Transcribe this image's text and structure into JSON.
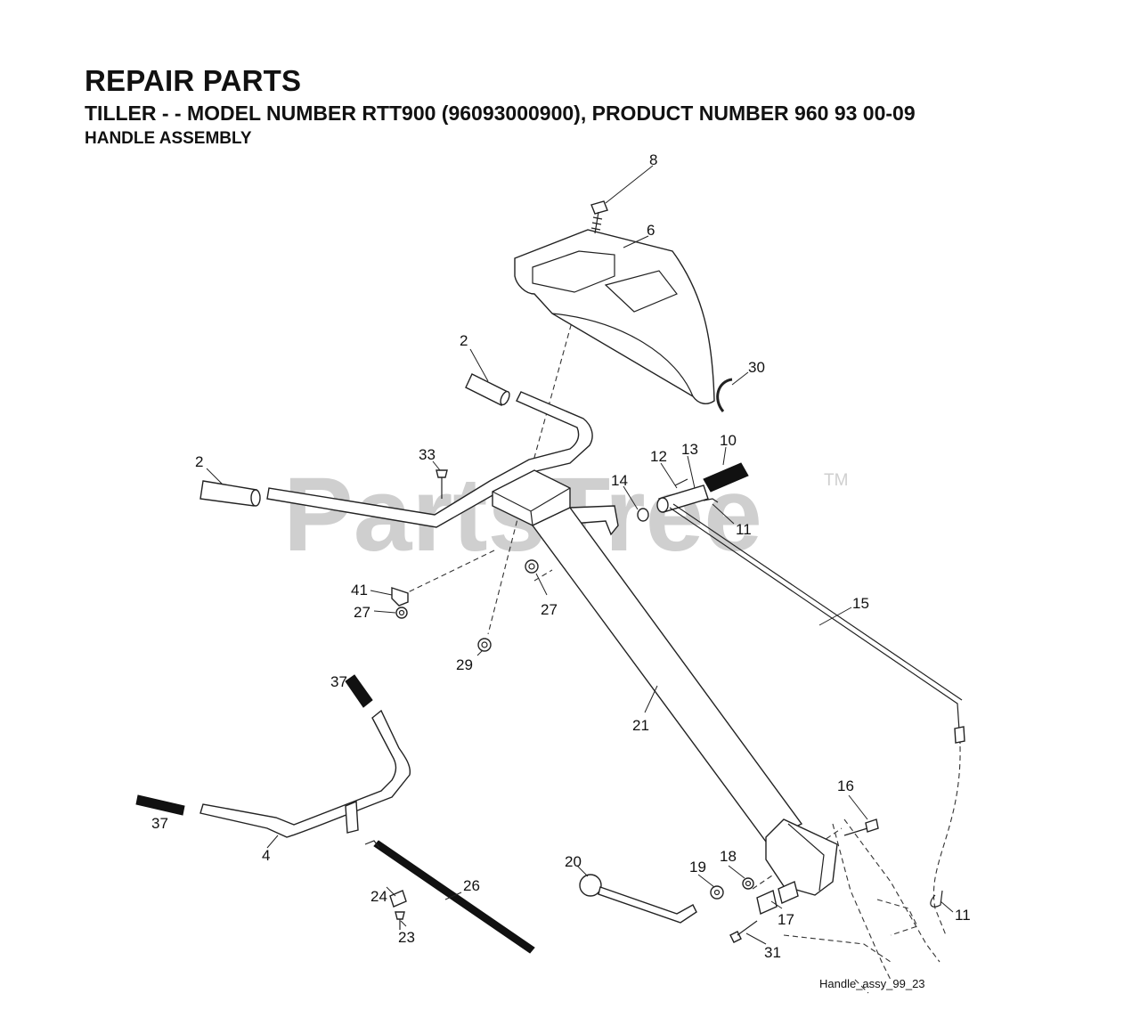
{
  "header": {
    "title": "REPAIR PARTS",
    "subtitle": "TILLER - - MODEL NUMBER RTT900 (96093000900), PRODUCT NUMBER 960 93 00-09",
    "section": "HANDLE ASSEMBLY"
  },
  "watermark": {
    "text": "PartsTree",
    "trademark": "TM"
  },
  "figure_id": "Handle_assy_99_23",
  "callouts": [
    {
      "id": "c8",
      "label": "8"
    },
    {
      "id": "c6",
      "label": "6"
    },
    {
      "id": "c2a",
      "label": "2"
    },
    {
      "id": "c30",
      "label": "30"
    },
    {
      "id": "c2b",
      "label": "2"
    },
    {
      "id": "c33",
      "label": "33"
    },
    {
      "id": "c12",
      "label": "12"
    },
    {
      "id": "c13",
      "label": "13"
    },
    {
      "id": "c10",
      "label": "10"
    },
    {
      "id": "c14",
      "label": "14"
    },
    {
      "id": "c11a",
      "label": "11"
    },
    {
      "id": "c41",
      "label": "41"
    },
    {
      "id": "c27a",
      "label": "27"
    },
    {
      "id": "c27b",
      "label": "27"
    },
    {
      "id": "c15",
      "label": "15"
    },
    {
      "id": "c29",
      "label": "29"
    },
    {
      "id": "c37a",
      "label": "37"
    },
    {
      "id": "c21",
      "label": "21"
    },
    {
      "id": "c16",
      "label": "16"
    },
    {
      "id": "c37b",
      "label": "37"
    },
    {
      "id": "c4",
      "label": "4"
    },
    {
      "id": "c20",
      "label": "20"
    },
    {
      "id": "c19",
      "label": "19"
    },
    {
      "id": "c18",
      "label": "18"
    },
    {
      "id": "c26",
      "label": "26"
    },
    {
      "id": "c24",
      "label": "24"
    },
    {
      "id": "c17",
      "label": "17"
    },
    {
      "id": "c11b",
      "label": "11"
    },
    {
      "id": "c23",
      "label": "23"
    },
    {
      "id": "c31",
      "label": "31"
    }
  ]
}
